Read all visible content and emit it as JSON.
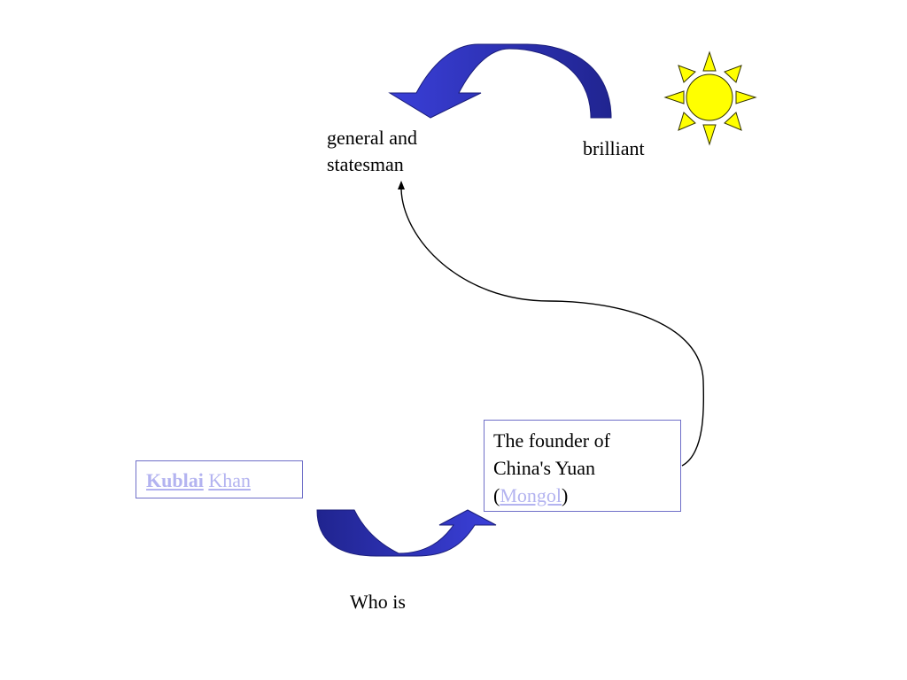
{
  "labels": {
    "general": "general and",
    "statesman": "statesman",
    "brilliant": "brilliant",
    "who_is": "Who is"
  },
  "kublai_box": {
    "first": "Kublai",
    "last": "Khan"
  },
  "founder_box": {
    "line1": "The founder of",
    "line2": "China's Yuan",
    "open_paren": "(",
    "mongol": "Mongol",
    "close_paren": ")"
  },
  "colors": {
    "arrow_blue": "#2f34c8",
    "arrow_dark": "#23279a",
    "sun_yellow": "#ffff00",
    "link_text": "#b3b3f0",
    "box_border": "#6f6fc8"
  }
}
